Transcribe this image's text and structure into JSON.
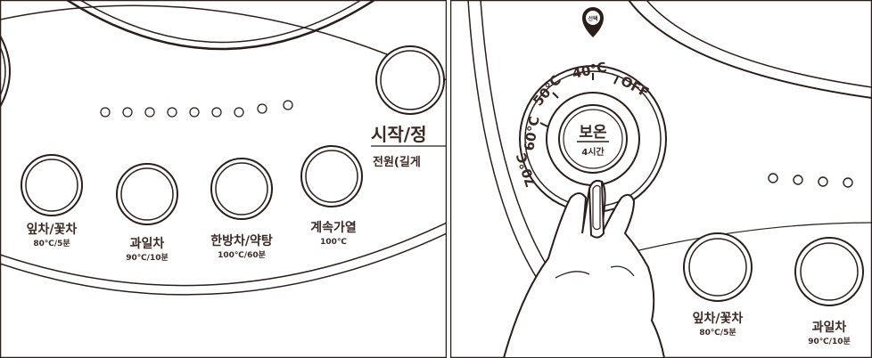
{
  "left_panel": {
    "buttons": [
      {
        "label": "잎차/꽃차",
        "sub": "80℃/5분"
      },
      {
        "label": "과일차",
        "sub": "90℃/10분"
      },
      {
        "label": "한방차/약탕",
        "sub": "100℃/60분"
      },
      {
        "label": "계속가열",
        "sub": "100℃"
      }
    ],
    "start_label": "시작/정",
    "start_sub": "전원(길게"
  },
  "right_panel": {
    "pin_label": "선택",
    "knob_label": "보온",
    "knob_sub": "4시간",
    "temp_ring": [
      "70℃",
      "60℃",
      "50℃",
      "40℃",
      "OFF"
    ],
    "buttons": [
      {
        "label": "잎차/꽃차",
        "sub": "80℃/5분"
      },
      {
        "label": "과일차",
        "sub": "90℃/10분"
      }
    ]
  }
}
